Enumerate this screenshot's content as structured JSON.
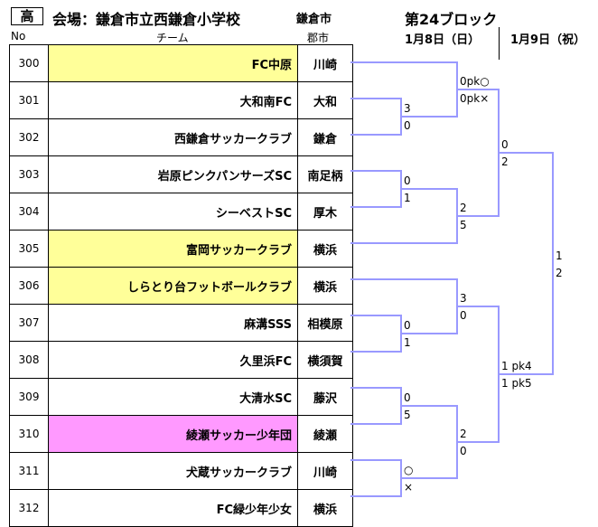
{
  "header": {
    "level": "高",
    "venue": "会場：鎌倉市立西鎌倉小学校",
    "city": "鎌倉市",
    "block": "第24ブロック",
    "date_round1": "1月8日（日）",
    "date_round2": "1月9日（祝）"
  },
  "columns": {
    "no": "No",
    "team": "チーム",
    "pref": "郡市"
  },
  "colors": {
    "highlight_yellow": "#ffff99",
    "highlight_pink": "#ff99ff",
    "bracket_line": "#9999ff"
  },
  "teams": [
    {
      "no": "300",
      "name": "FC中原",
      "area": "川崎",
      "highlight": "yellow"
    },
    {
      "no": "301",
      "name": "大和南FC",
      "area": "大和",
      "highlight": "none"
    },
    {
      "no": "302",
      "name": "西鎌倉サッカークラブ",
      "area": "鎌倉",
      "highlight": "none"
    },
    {
      "no": "303",
      "name": "岩原ピンクパンサーズSC",
      "area": "南足柄",
      "highlight": "none"
    },
    {
      "no": "304",
      "name": "シーベストSC",
      "area": "厚木",
      "highlight": "none"
    },
    {
      "no": "305",
      "name": "富岡サッカークラブ",
      "area": "横浜",
      "highlight": "yellow"
    },
    {
      "no": "306",
      "name": "しらとり台フットボールクラブ",
      "area": "横浜",
      "highlight": "yellow"
    },
    {
      "no": "307",
      "name": "麻溝SSS",
      "area": "相模原",
      "highlight": "none"
    },
    {
      "no": "308",
      "name": "久里浜FC",
      "area": "横須賀",
      "highlight": "none"
    },
    {
      "no": "309",
      "name": "大清水SC",
      "area": "藤沢",
      "highlight": "none"
    },
    {
      "no": "310",
      "name": "綾瀬サッカー少年団",
      "area": "綾瀬",
      "highlight": "pink"
    },
    {
      "no": "311",
      "name": "犬蔵サッカークラブ",
      "area": "川崎",
      "highlight": "none"
    },
    {
      "no": "312",
      "name": "FC緑少年少女",
      "area": "横浜",
      "highlight": "none"
    }
  ],
  "scores": {
    "m_301_302": [
      "3",
      "0"
    ],
    "m_300_w": [
      "0pk○",
      "0pk×"
    ],
    "m_303_304": [
      "0",
      "1"
    ],
    "m_w_305": [
      "2",
      "5"
    ],
    "m_semi_top": [
      "0",
      "2"
    ],
    "m_307_308": [
      "0",
      "1"
    ],
    "m_306_w": [
      "3",
      "0"
    ],
    "m_309_310": [
      "0",
      "5"
    ],
    "m_311_312": [
      "○",
      "×"
    ],
    "m_w_w": [
      "2",
      "0"
    ],
    "m_semi_bottom": [
      "1 pk4",
      "1 pk5"
    ],
    "m_final": [
      "1",
      "2"
    ]
  }
}
